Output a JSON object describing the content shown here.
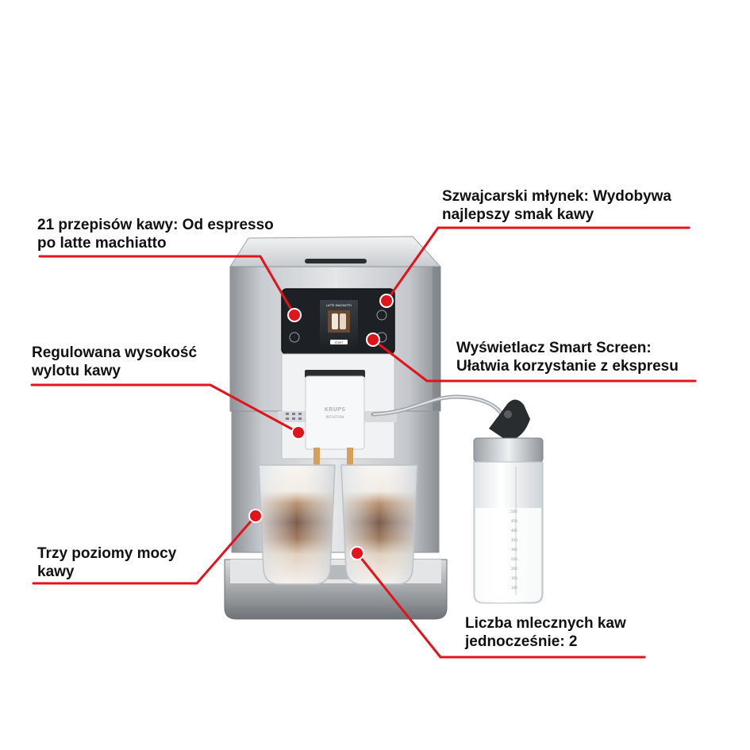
{
  "accent_color": "#e0141b",
  "callouts": {
    "recipes": {
      "line1": "21 przepisów kawy: Od espresso",
      "line2": "po latte machiatto"
    },
    "grinder": {
      "line1": "Szwajcarski młynek: Wydobywa",
      "line2": "najlepszy smak kawy"
    },
    "height": {
      "line1": "Regulowana wysokość",
      "line2": "wylotu kawy"
    },
    "display": {
      "line1": "Wyświetlacz Smart Screen:",
      "line2": "Ułatwia korzystanie z ekspresu"
    },
    "strength": {
      "line1": "Trzy poziomy mocy",
      "line2": "kawy"
    },
    "milk": {
      "line1": "Liczba mlecznych kaw",
      "line2": "jednocześnie: 2"
    }
  },
  "machine": {
    "brand": "KRUPS",
    "model": "INTUITION",
    "screen_title": "LATTE MACHIATTO",
    "screen_button": "START"
  },
  "jug": {
    "scale_marks": [
      "100",
      "150",
      "200",
      "250",
      "300",
      "350",
      "400",
      "450",
      "500"
    ]
  }
}
